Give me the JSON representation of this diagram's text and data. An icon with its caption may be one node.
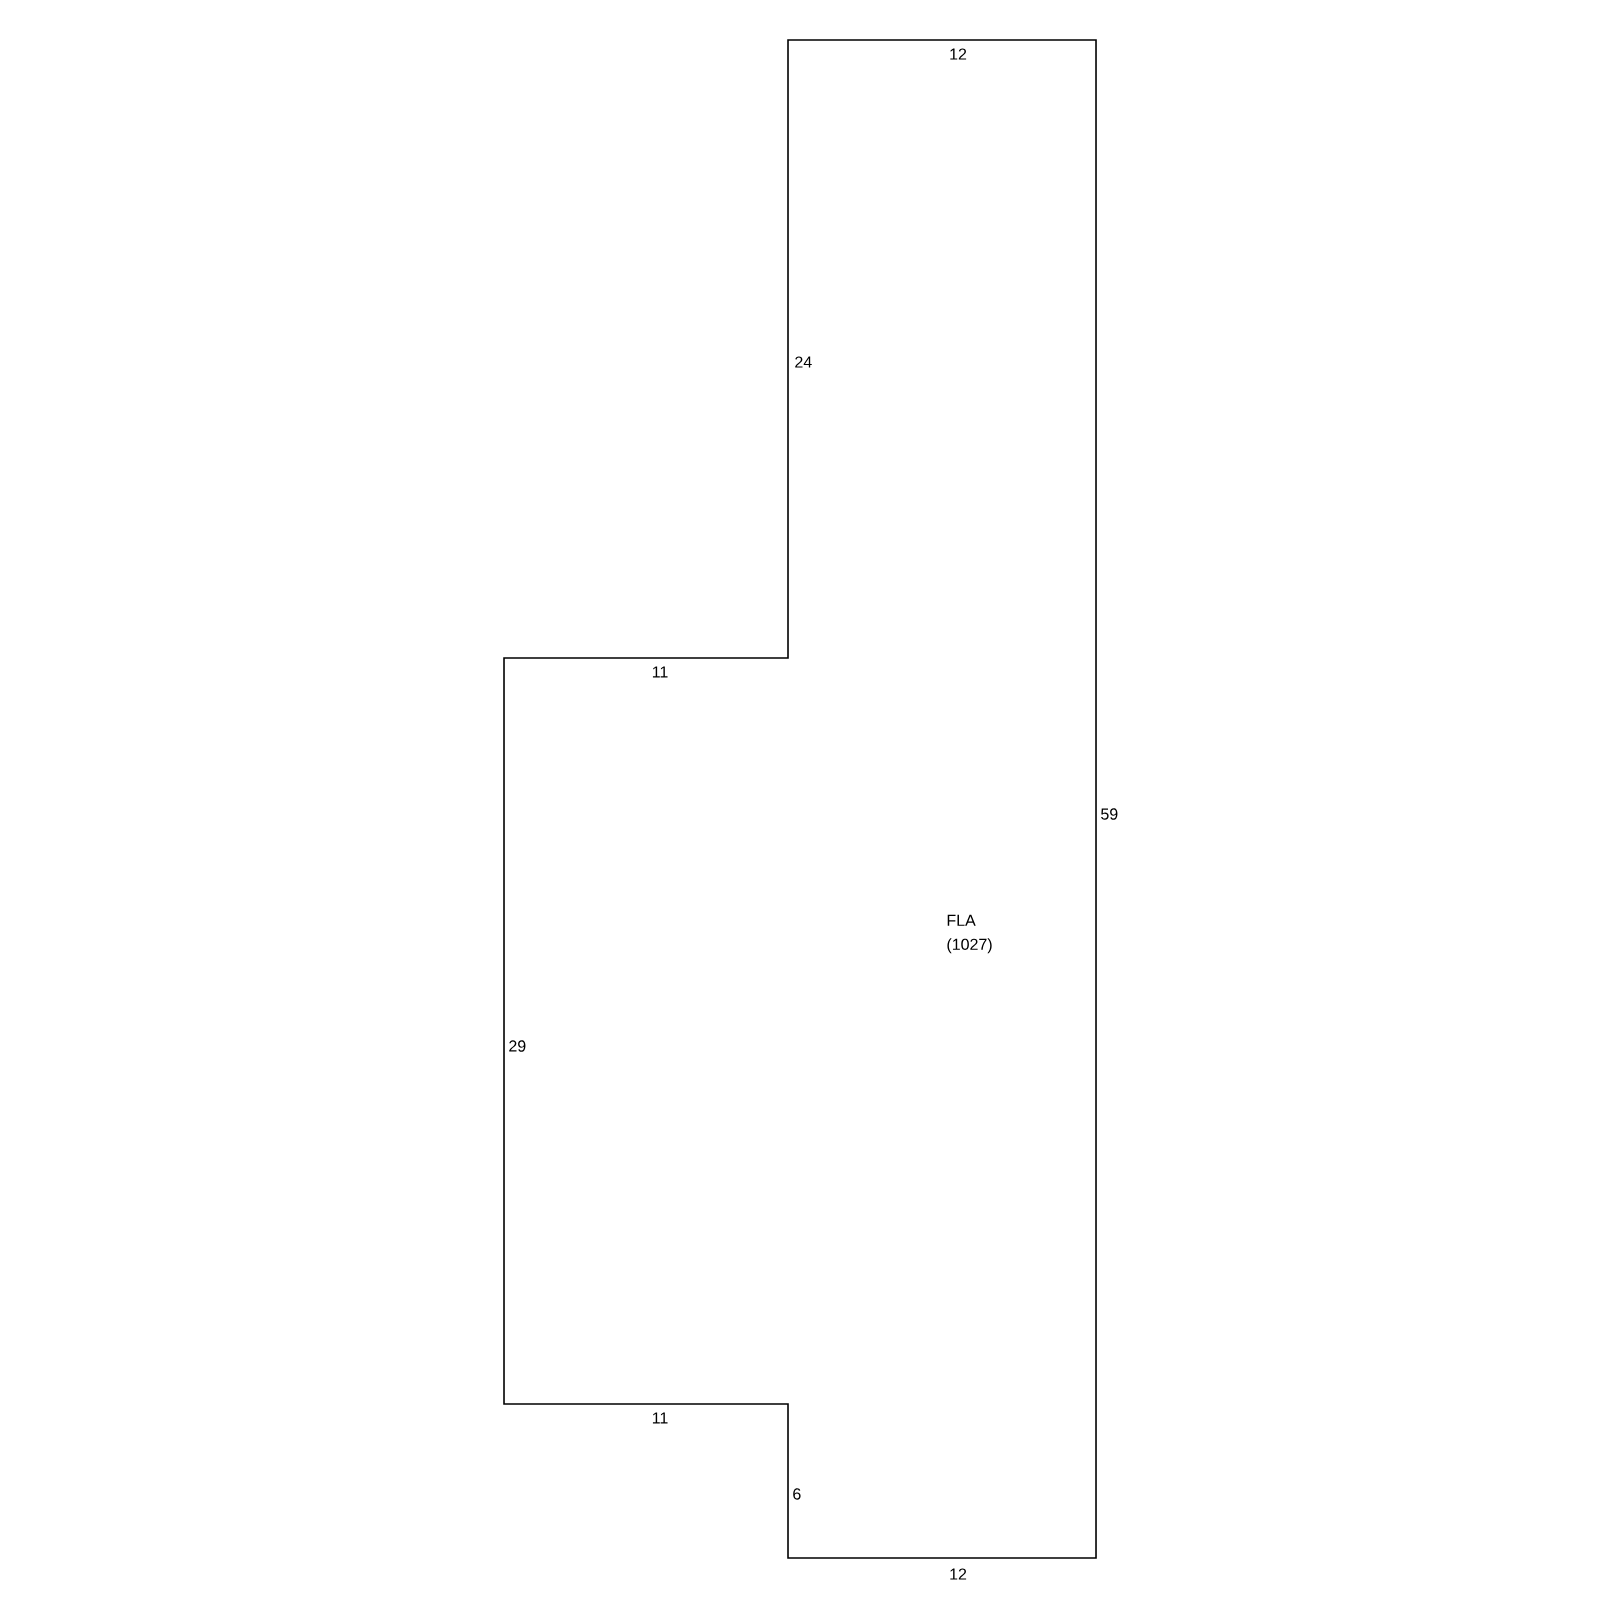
{
  "diagram": {
    "nodes": [
      {
        "text": [
          "FLA (1027)"
        ]
      }
    ],
    "labels": [
      "12",
      "24",
      "11",
      "59",
      "29",
      "11",
      "6",
      "12"
    ]
  }
}
